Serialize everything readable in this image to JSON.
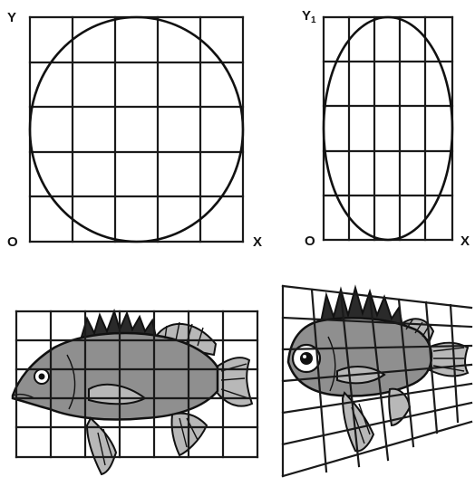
{
  "panels": {
    "circle": {
      "y_label": "Y",
      "origin_label": "O",
      "x_label": "X"
    },
    "ellipse": {
      "y_label": "Y",
      "y_subscript": "1",
      "origin_label": "O",
      "x_label": "X"
    },
    "fish_rect": {},
    "fish_perspective": {}
  },
  "colors": {
    "ink": "#111111",
    "paper": "#ffffff",
    "stipple": "#8f8f8f"
  },
  "icons": [
    "fish-drawing",
    "fish-drawing-transformed"
  ]
}
